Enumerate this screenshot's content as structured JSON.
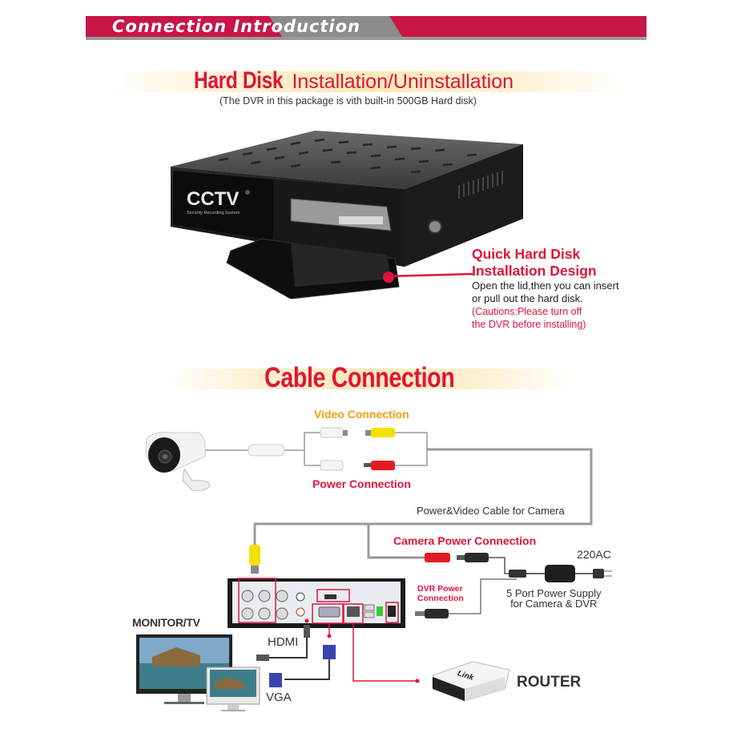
{
  "header": {
    "title": "Connection Introduction",
    "colors": {
      "band": "#c8154a",
      "accent_grey": "#8c8c8c"
    }
  },
  "hard_disk_section": {
    "title_bold": "Hard Disk",
    "title_light": "Installation/Uninstallation",
    "subtitle": "(The DVR in this package is vith built-in 500GB Hard disk)",
    "device_brand": "CCTV",
    "device_tagline": "Security Recording System",
    "callout": {
      "title_line1": "Quick Hard Disk",
      "title_line2": "Installation Design",
      "body_line1": "Open the lid,then you can insert",
      "body_line2": "or pull out the hard disk.",
      "caution_line1": "(Cautions:Please turn off",
      "caution_line2": "the DVR before installing)"
    }
  },
  "cable_section": {
    "title": "Cable Connection",
    "labels": {
      "video_connection": "Video Connection",
      "power_connection": "Power Connection",
      "cable_for_camera": "Power&Video Cable for Camera",
      "camera_power_connection": "Camera Power Connection",
      "ac": "220AC",
      "dvr_power_line1": "DVR Power",
      "dvr_power_line2": "Connection",
      "power_supply_line1": "5 Port Power Supply",
      "power_supply_line2": "for Camera & DVR",
      "monitor": "MONITOR/TV",
      "hdmi": "HDMI",
      "vga": "VGA",
      "router": "ROUTER",
      "router_brand": "Link"
    },
    "colors": {
      "red_label": "#e0143c",
      "orange_label": "#f39c12",
      "video_plug": "#f5e000",
      "power_plug": "#e41b23",
      "vga_plug": "#3a46b0",
      "cable": "#9a9a9a"
    }
  }
}
